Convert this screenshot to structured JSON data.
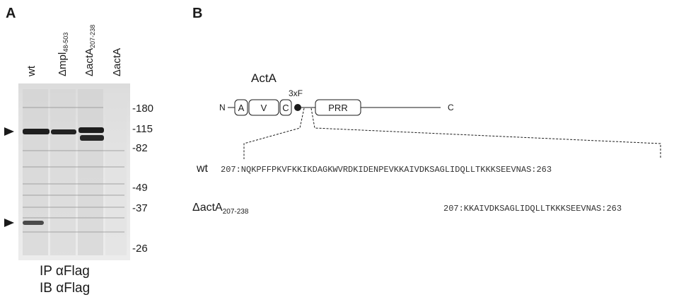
{
  "panel_a": {
    "letter": "A",
    "lanes": [
      {
        "main": "wt",
        "sub": ""
      },
      {
        "main": "Δmpl",
        "sub": "48-503"
      },
      {
        "main": "ΔactA",
        "sub": "207-238"
      },
      {
        "main": "ΔactA",
        "sub": ""
      }
    ],
    "markers": [
      "-180",
      "-115",
      "-82",
      "-49",
      "-37",
      "-26"
    ],
    "caption_ip": "IP αFlag",
    "caption_ib": "IB αFlag"
  },
  "panel_b": {
    "letter": "B",
    "protein_name": "ActA",
    "n_term": "N",
    "c_term": "C",
    "domains": [
      "A",
      "V",
      "C",
      "PRR"
    ],
    "tag": "3xF",
    "wt_label": "wt",
    "wt_sequence": "207:NQKPFFPKVFKKIKDAGKWVRDKIDENPEVKKAIVDKSAGLIDQLLTKKKSEEVNAS:263",
    "mut_label_main": "ΔactA",
    "mut_label_sub": "207-238",
    "mut_sequence": "207:KKAIVDKSAGLIDQLLTKKKSEEVNAS:263"
  }
}
